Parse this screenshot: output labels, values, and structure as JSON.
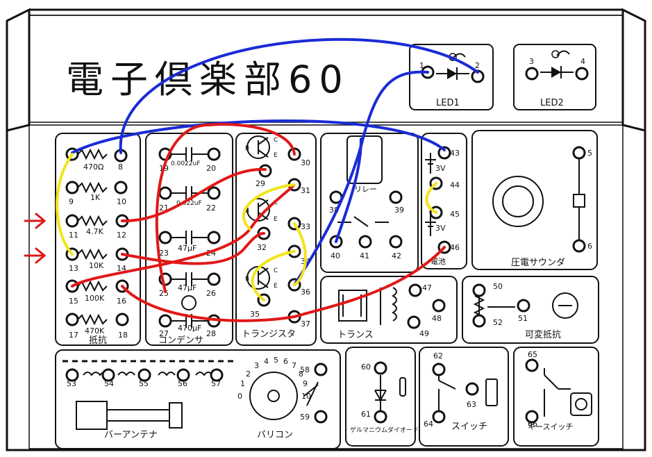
{
  "title": "電子倶楽部60",
  "sections": {
    "led1": "LED1",
    "led2": "LED2",
    "resistors": "抵抗",
    "capacitors": "コンデンサ",
    "transistors": "トランジスタ",
    "battery": "電池",
    "buzzer": "圧電サウンダ",
    "transformer": "トランス",
    "variable_resistor": "可変抵抗",
    "bar_antenna": "バーアンテナ",
    "varicon": "バリコン",
    "germanium_diode": "ゲルマニウムダイオード",
    "switch": "スイッチ",
    "key_switch": "キースイッチ"
  },
  "resistor_values": [
    "470Ω",
    "1K",
    "4.7K",
    "10K",
    "100K",
    "470K"
  ],
  "capacitor_values": [
    "0.0022uF",
    "0.022uF",
    "47μF",
    "47μF",
    "470μF"
  ],
  "battery_labels": [
    "3V",
    "3V"
  ],
  "relay_label": "リレー",
  "transistor_pins": {
    "b": "B",
    "c": "C",
    "e": "E"
  },
  "varicon_scale": [
    "0",
    "1",
    "2",
    "3",
    "4",
    "5",
    "6",
    "7",
    "8",
    "9",
    "10"
  ],
  "terminals": {
    "t1": "1",
    "t2": "2",
    "t3": "3",
    "t4": "4",
    "t5": "5",
    "t6": "6",
    "t7": "7",
    "t8": "8",
    "t9": "9",
    "t10": "10",
    "t11": "11",
    "t12": "12",
    "t13": "13",
    "t14": "14",
    "t15": "15",
    "t16": "16",
    "t17": "17",
    "t18": "18",
    "t19": "19",
    "t20": "20",
    "t21": "21",
    "t22": "22",
    "t23": "23",
    "t24": "24",
    "t25": "25",
    "t26": "26",
    "t27": "27",
    "t28": "28",
    "t29": "29",
    "t30": "30",
    "t31": "31",
    "t32": "32",
    "t33": "33",
    "t34": "34",
    "t35": "35",
    "t36": "36",
    "t37": "37",
    "t38": "38",
    "t39": "39",
    "t40": "40",
    "t41": "41",
    "t42": "42",
    "t43": "43",
    "t44": "44",
    "t45": "45",
    "t46": "46",
    "t47": "47",
    "t48": "48",
    "t49": "49",
    "t50": "50",
    "t51": "51",
    "t52": "52",
    "t53": "53",
    "t54": "54",
    "t55": "55",
    "t56": "56",
    "t57": "57",
    "t58": "58",
    "t59": "59",
    "t60": "60",
    "t61": "61",
    "t62": "62",
    "t63": "63",
    "t64": "64",
    "t65": "65",
    "t66": "66"
  },
  "wire_colors": {
    "red": "#e01818",
    "blue": "#1a2bd6",
    "yellow": "#f2e418",
    "arrow": "#e01818"
  }
}
